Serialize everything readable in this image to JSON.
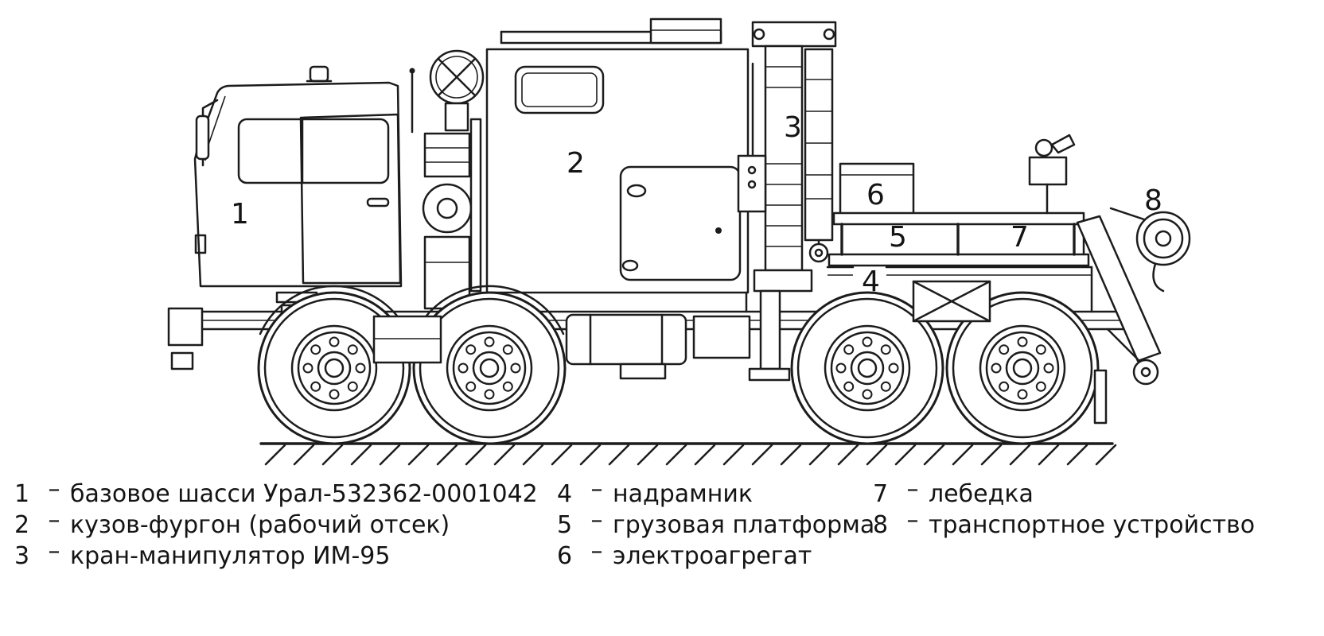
{
  "diagram": {
    "callouts": [
      {
        "label": "1"
      },
      {
        "label": "2"
      },
      {
        "label": "3"
      },
      {
        "label": "4"
      },
      {
        "label": "5"
      },
      {
        "label": "6"
      },
      {
        "label": "7"
      },
      {
        "label": "8"
      }
    ]
  },
  "legend": {
    "separator": "–",
    "columns": [
      {
        "items": [
          {
            "number": "1",
            "label": "базовое шасси Урал-532362-0001042"
          },
          {
            "number": "2",
            "label": "кузов-фургон (рабочий отсек)"
          },
          {
            "number": "3",
            "label": "кран-манипулятор ИМ-95"
          }
        ]
      },
      {
        "items": [
          {
            "number": "4",
            "label": "надрамник"
          },
          {
            "number": "5",
            "label": "грузовая платформа"
          },
          {
            "number": "6",
            "label": "электроагрегат"
          }
        ]
      },
      {
        "items": [
          {
            "number": "7",
            "label": "лебедка"
          },
          {
            "number": "8",
            "label": "транспортное устройство"
          }
        ]
      }
    ]
  }
}
